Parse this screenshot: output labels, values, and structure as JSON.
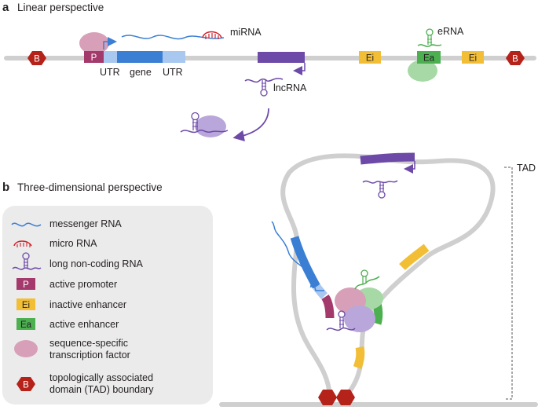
{
  "panel_a": {
    "letter": "a",
    "title": "Linear perspective",
    "labels": {
      "promoter": "P",
      "utr_left": "UTR",
      "gene": "gene",
      "utr_right": "UTR",
      "mirna": "miRNA",
      "lncrna": "lncRNA",
      "erna": "eRNA",
      "enhancer_inactive": "Ei",
      "enhancer_active": "Ea",
      "boundary": "B"
    }
  },
  "panel_b": {
    "letter": "b",
    "title": "Three-dimensional perspective",
    "tad_label": "TAD"
  },
  "legend": {
    "items": [
      {
        "icon": "messenger-rna-icon",
        "label": "messenger RNA"
      },
      {
        "icon": "micro-rna-icon",
        "label": "micro RNA"
      },
      {
        "icon": "long-noncoding-rna-icon",
        "label": "long non-coding RNA"
      },
      {
        "icon": "active-promoter-icon",
        "box_text": "P",
        "label": "active promoter"
      },
      {
        "icon": "inactive-enhancer-icon",
        "box_text": "Ei",
        "label": "inactive enhancer"
      },
      {
        "icon": "active-enhancer-icon",
        "box_text": "Ea",
        "label": "active enhancer"
      },
      {
        "icon": "transcription-factor-icon",
        "label_line1": "sequence-specific",
        "label_line2": "transcription factor"
      },
      {
        "icon": "tad-boundary-icon",
        "box_text": "B",
        "label_line1": "topologically associated",
        "label_line2": "domain (TAD) boundary"
      }
    ]
  },
  "colors": {
    "chromatin": "#cfcfcf",
    "promoter": "#a43a6c",
    "gene": "#3b7fd4",
    "utr": "#a8c8f0",
    "lncrna": "#6d4aa8",
    "enhancer_inactive": "#f2be36",
    "enhancer_active": "#4caf50",
    "boundary": "#b5221a",
    "tf_pink": "#d7a0b8",
    "tf_green": "#a6d9a6",
    "tf_purple": "#b9a6da",
    "mirna": "#d0202a",
    "legend_bg": "#ebebeb"
  }
}
